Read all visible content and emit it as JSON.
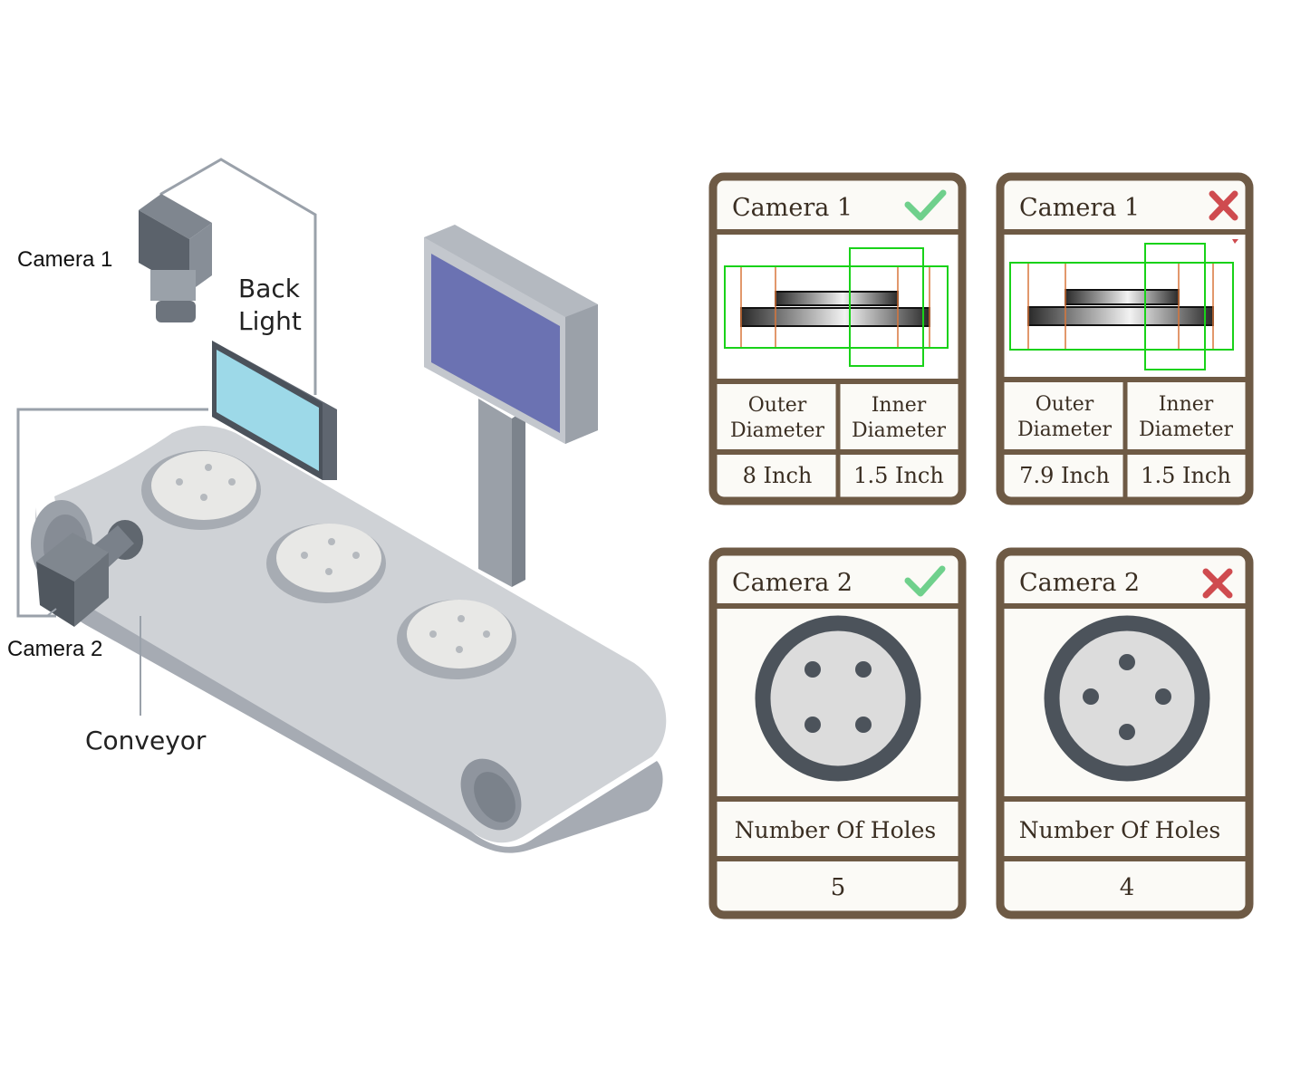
{
  "scene": {
    "camera1_label": "Camera 1",
    "camera2_label": "Camera 2",
    "backlight_label_line1": "Back",
    "backlight_label_line2": "Light",
    "conveyor_label": "Conveyor"
  },
  "cards": {
    "tl": {
      "title": "Camera 1",
      "status": "pass",
      "col1_line1": "Outer",
      "col1_line2": "Diameter",
      "col2_line1": "Inner",
      "col2_line2": "Diameter",
      "val1": "8 Inch",
      "val2": "1.5 Inch"
    },
    "tr": {
      "title": "Camera 1",
      "status": "fail",
      "col1_line1": "Outer",
      "col1_line2": "Diameter",
      "col2_line1": "Inner",
      "col2_line2": "Diameter",
      "val1": "7.9 Inch",
      "val2": "1.5 Inch"
    },
    "bl": {
      "title": "Camera 2",
      "status": "pass",
      "label": "Number Of Holes",
      "value": "5"
    },
    "br": {
      "title": "Camera 2",
      "status": "fail",
      "label": "Number Of Holes",
      "value": "4"
    }
  },
  "colors": {
    "card_border": "#6e5a45",
    "pass": "#6fd08c",
    "fail": "#cf4b4f",
    "monitor_screen": "#6b72b2",
    "backlight_screen": "#9dd9e8",
    "detect_green": "#19d219",
    "detect_orange": "#d9763b"
  },
  "icons": [
    "check-icon",
    "cross-icon"
  ]
}
